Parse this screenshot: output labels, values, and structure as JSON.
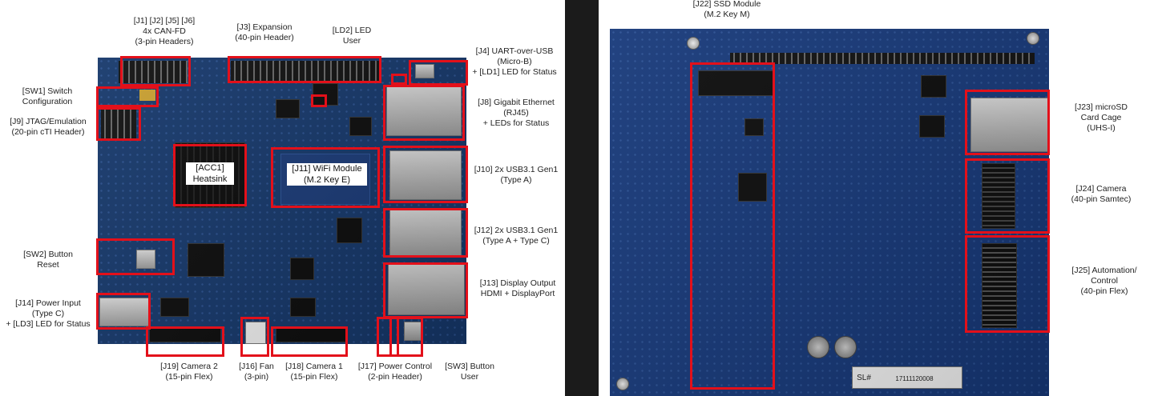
{
  "left_labels": {
    "can": [
      "[J1] [J2] [J5] [J6]",
      "4x CAN-FD",
      "(3-pin Headers)"
    ],
    "expansion": [
      "[J3] Expansion",
      "(40-pin Header)"
    ],
    "led": [
      "[LD2] LED",
      "User"
    ],
    "uart": [
      "[J4] UART-over-USB",
      "(Micro-B)",
      "+ [LD1] LED for Status"
    ],
    "switch": [
      "[SW1] Switch",
      "Configuration"
    ],
    "jtag": [
      "[J9] JTAG/Emulation",
      "(20-pin cTI Header)"
    ],
    "ethernet": [
      "[J8] Gigabit Ethernet",
      "(RJ45)",
      "+ LEDs for Status"
    ],
    "usb1": [
      "[J10] 2x USB3.1 Gen1",
      "(Type A)"
    ],
    "usb2": [
      "[J12] 2x USB3.1 Gen1",
      "(Type A + Type C)"
    ],
    "button_reset": [
      "[SW2] Button",
      "Reset"
    ],
    "display": [
      "[J13] Display Output",
      "HDMI + DisplayPort"
    ],
    "power_input": [
      "[J14] Power Input",
      "(Type C)",
      "+ [LD3] LED for Status"
    ],
    "camera2": [
      "[J19] Camera 2",
      "(15-pin Flex)"
    ],
    "fan": [
      "[J16] Fan",
      "(3-pin)"
    ],
    "camera1": [
      "[J18] Camera 1",
      "(15-pin Flex)"
    ],
    "power_control": [
      "[J17] Power Control",
      "(2-pin Header)"
    ],
    "button_user": [
      "[SW3] Button",
      "User"
    ],
    "heatsink": [
      "[ACC1]",
      "Heatsink"
    ],
    "wifi": [
      "[J11] WiFi Module",
      "(M.2 Key E)"
    ]
  },
  "right_labels": {
    "ssd": [
      "[J22] SSD Module",
      "(M.2 Key M)"
    ],
    "microsd": [
      "[J23] microSD",
      "Card Cage",
      "(UHS-I)"
    ],
    "camera": [
      "[J24] Camera",
      "(40-pin Samtec)"
    ],
    "automation": [
      "[J25] Automation/",
      "Control",
      "(40-pin Flex)"
    ]
  },
  "board_text": {
    "serial_label": "SL#",
    "serial_number": "17111120008"
  },
  "colors": {
    "highlight": "#e3101a",
    "pcb": "#16386b"
  }
}
